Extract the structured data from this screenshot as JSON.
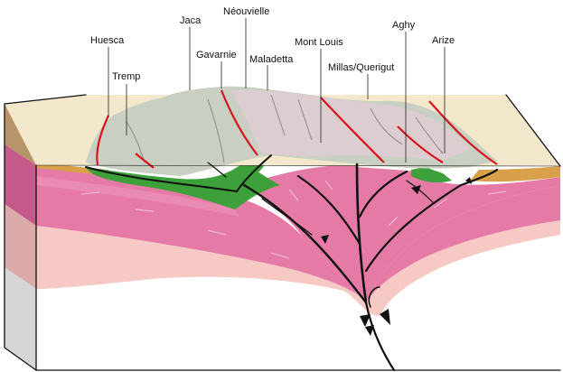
{
  "labels": {
    "huesca": "Huesca",
    "tremp": "Tremp",
    "jaca": "Jaca",
    "gavarnie": "Gavarnie",
    "neouvielle": "Néouvielle",
    "maladetta": "Maladetta",
    "mont_louis": "Mont Louis",
    "millas_querigut": "Millas/Querigut",
    "aghy": "Aghy",
    "arize": "Arize"
  },
  "colors": {
    "surface": "#f4e8cc",
    "upper_crust": "#e67aa6",
    "middle_crust": "#f7c9c4",
    "mantle": "#ffffff",
    "foreland_green": "#3da03a",
    "sediment_orange": "#d9a04a",
    "relief_grey": "#c9cfc2",
    "thrust_red": "#d8141c",
    "side_pink_dark": "#c45a8a",
    "side_pink_light": "#dcaaa8",
    "side_grey": "#d6d6d6"
  }
}
